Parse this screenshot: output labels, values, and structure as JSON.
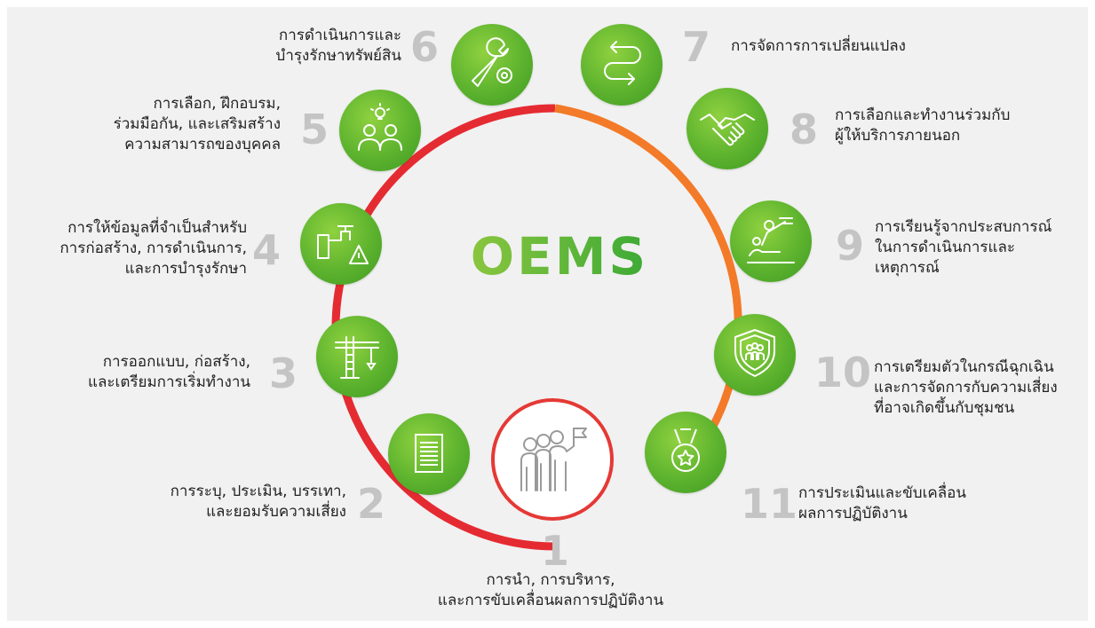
{
  "title": "OEMS",
  "colors": {
    "title_green": "#6fbd2c",
    "ring_red": "#e52b32",
    "ring_orange": "#f37a28",
    "node_green": "#5db32e",
    "number_gray": "#c4c4c4",
    "background": "#f1f1f1"
  },
  "elements": [
    {
      "number": "1",
      "label": "การนำ, การบริหาร,\nและการขับเคลื่อนผลการปฏิบัติงาน",
      "icon": "leadership-flag-icon"
    },
    {
      "number": "2",
      "label": "การระบุ, ประเมิน, บรรเทา,\nและยอมรับความเสี่ยง",
      "icon": "document-icon"
    },
    {
      "number": "3",
      "label": "การออกแบบ, ก่อสร้าง,\nและเตรียมการเริ่มทำงาน",
      "icon": "crane-icon"
    },
    {
      "number": "4",
      "label": "การให้ข้อมูลที่จำเป็นสำหรับ\nการก่อสร้าง, การดำเนินการ,\nและการบำรุงรักษา",
      "icon": "pipe-warning-icon"
    },
    {
      "number": "5",
      "label": "การเลือก, ฝึกอบรม,\nร่วมมือกัน, และเสริมสร้าง\nความสามารถของบุคคล",
      "icon": "people-idea-icon"
    },
    {
      "number": "6",
      "label": "การดำเนินการและ\nบำรุงรักษาทรัพย์สิน",
      "icon": "wrench-gear-icon"
    },
    {
      "number": "7",
      "label": "การจัดการการเปลี่ยนแปลง",
      "icon": "change-path-icon"
    },
    {
      "number": "8",
      "label": "การเลือกและทำงานร่วมกับ\nผู้ให้บริการภายนอก",
      "icon": "handshake-icon"
    },
    {
      "number": "9",
      "label": "การเรียนรู้จากประสบการณ์\nในการดำเนินการและ\nเหตุการณ์",
      "icon": "presentation-icon"
    },
    {
      "number": "10",
      "label": "การเตรียมตัวในกรณีฉุกเฉิน\nและการจัดการกับความเสี่ยง\nที่อาจเกิดขึ้นกับชุมชน",
      "icon": "shield-community-icon"
    },
    {
      "number": "11",
      "label": "การประเมินและขับเคลื่อน\nผลการปฏิบัติงาน",
      "icon": "medal-icon"
    }
  ]
}
